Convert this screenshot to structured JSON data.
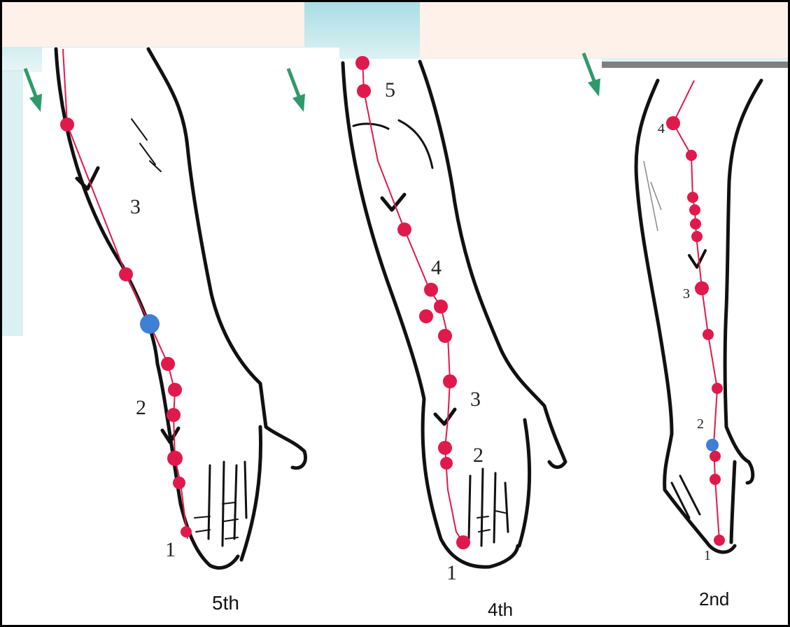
{
  "colors": {
    "border": "#000000",
    "banner_teal": "#bfe6ea",
    "banner_peach": "#fdf1ea",
    "divider_gray": "#808080",
    "meridian_red": "#e0194b",
    "point_blue": "#3f7fd6",
    "arrow_green": "#2e9a6a",
    "outline": "#111111"
  },
  "panels": [
    {
      "id": "fifth",
      "caption": "5th",
      "point_labels": [
        "3",
        "2",
        "1"
      ]
    },
    {
      "id": "fourth",
      "caption": "4th",
      "point_labels": [
        "5",
        "4",
        "3",
        "2",
        "1"
      ]
    },
    {
      "id": "second",
      "caption": "2nd",
      "point_labels": [
        "4",
        "3",
        "2",
        "1"
      ]
    }
  ],
  "icons": {
    "direction_arrow": "arrow-down-right-icon",
    "flow_chevron": "chevron-down-icon"
  }
}
